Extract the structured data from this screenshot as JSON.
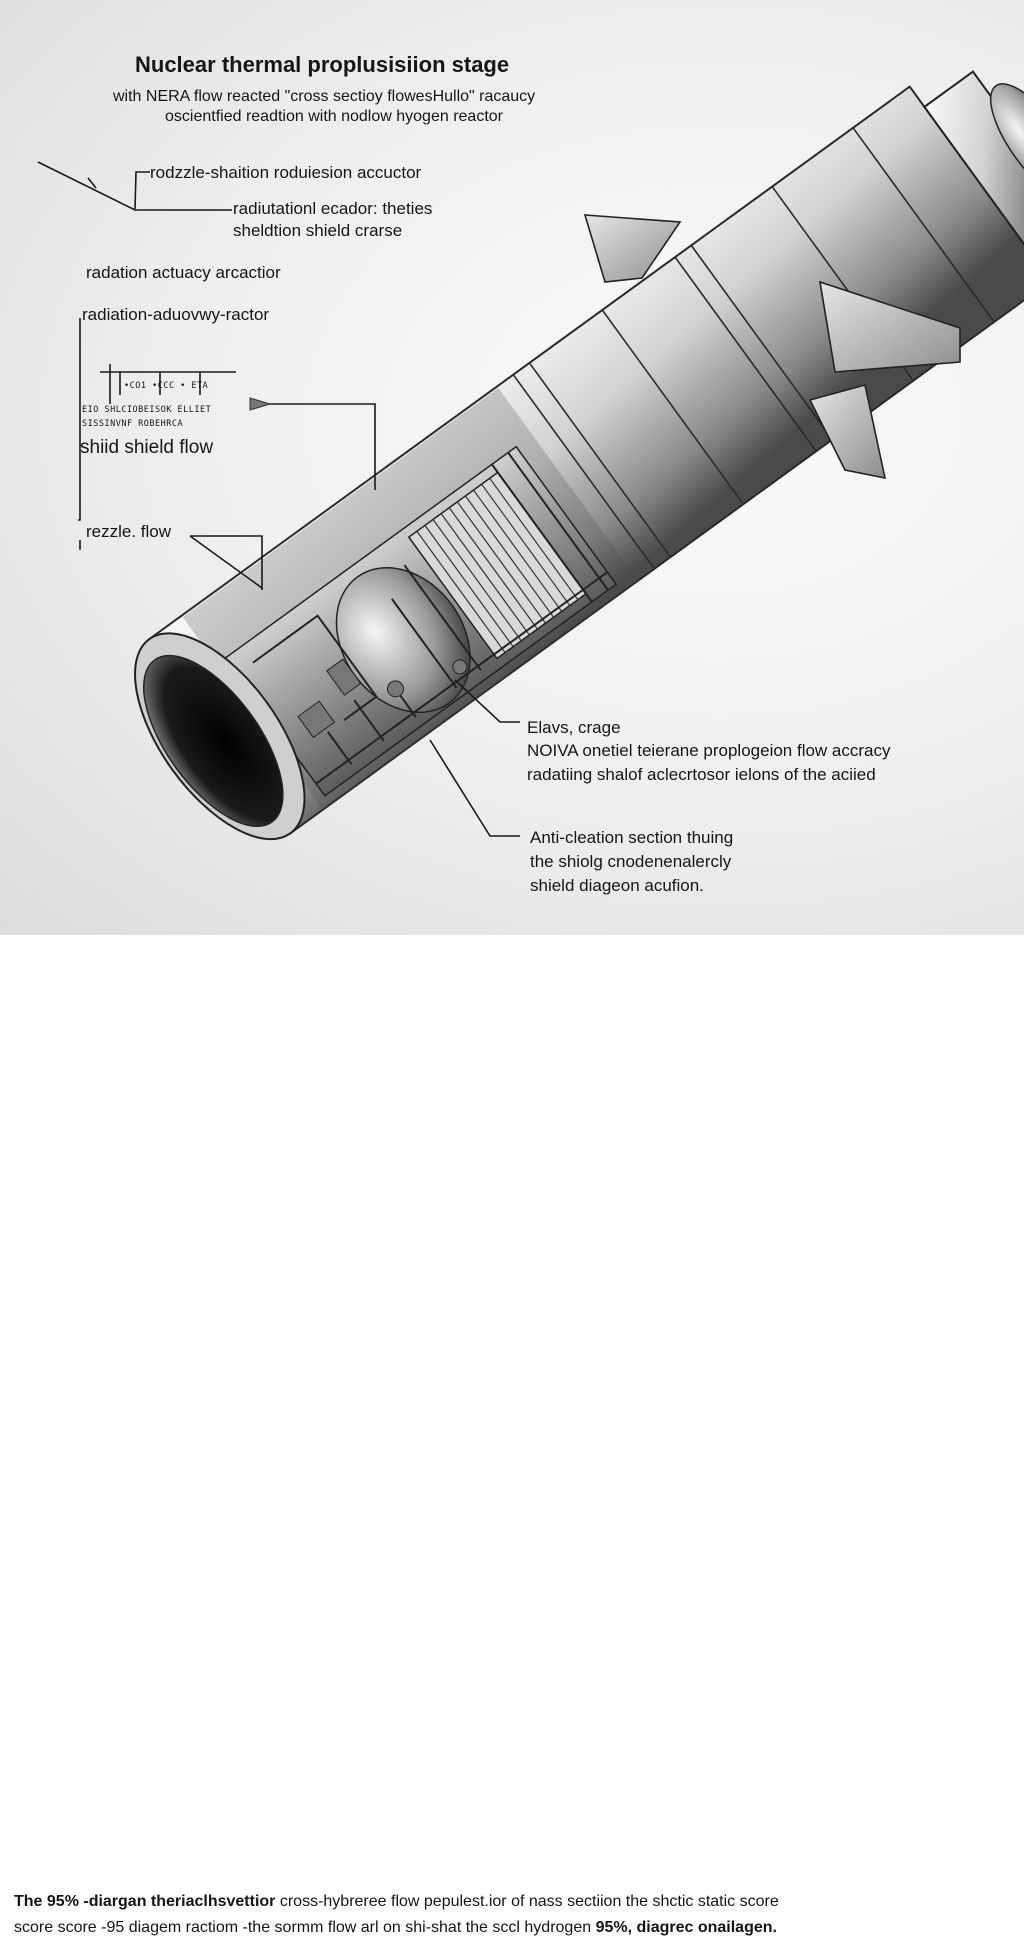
{
  "diagram": {
    "title": "Nuclear thermal  proplusisiion stage",
    "subtitle_1": "with NERA flow  reacted \"cross sectioy flowesHullo\" racaucy",
    "subtitle_2": "oscientfied readtion with nodlow hyogen reactor",
    "labels": {
      "rodzzle": "rodzzle-shaition roduiesion accuctor",
      "radiutationl_1": "radiutationl ecador:  theties",
      "radiutationl_2": "sheldtion  shield crarse",
      "radiation_actuacy": "radation actuacy arcactior",
      "radiation_aduovwy": "radiation-aduovwy-ractor",
      "tiny_row_1": "•CO1  •CCC   • ETA",
      "tiny_row_2": "EIO  SHLCIOBEISOK ELLIET",
      "tiny_row_3": "SISSINVNF  ROBEHRCA",
      "shiid_shield_flow": "shiid shield flow",
      "rezzle_flow": "rezzle. flow",
      "elavs_crage": "Elavs, crage",
      "noiva_line": "NOIVA  onetiel teierane proplogeion  flow accracy",
      "radiating_line": "radatiing shalof aclecrtosor ielons of the aciied",
      "anti_1": "Anti-cleation  section thuing",
      "anti_2": "the shiolg cnodenenalercly",
      "anti_3": "shield diageon acufion."
    }
  },
  "caption": {
    "line1_bold_a": "The 95% -diargan theriaclhsvettior",
    "line1_rest": " cross-hybreree flow pepulest.ior of nass sectiion the shctic static score",
    "line2_a": "score score  -95  diagem  ractiom  -the sormm flow  arl on shi-shat the sccl hydrogen",
    "line2_bold": " 95%, diagrec onailagen."
  },
  "colors": {
    "ink": "#161616",
    "metal_light": "#f4f4f4",
    "metal_mid": "#b5b5b5",
    "metal_dark": "#3a3a3a",
    "background": "#e9e9e9"
  }
}
